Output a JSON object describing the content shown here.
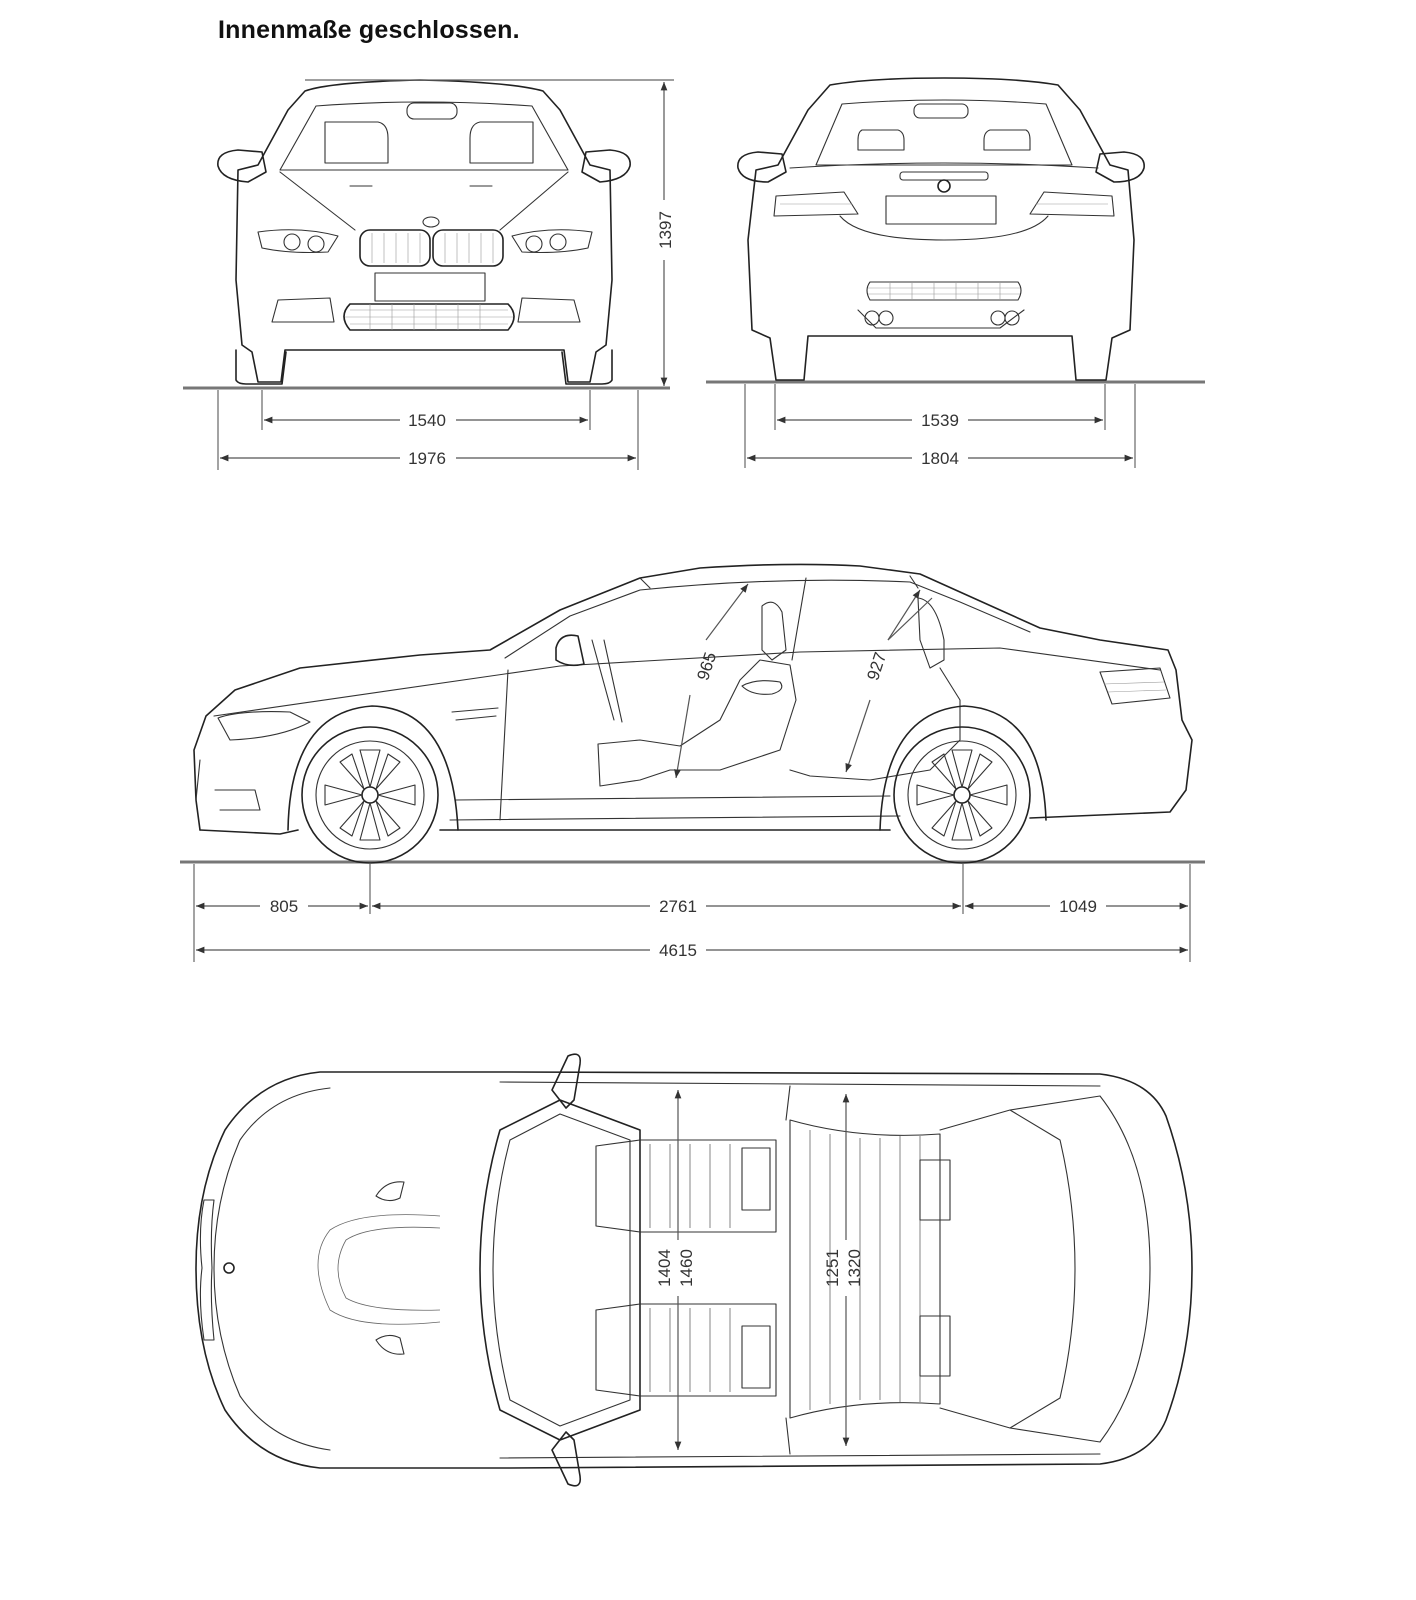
{
  "title": "Innenmaße geschlossen.",
  "views": {
    "front": {
      "label": "front-view",
      "dimensions": {
        "height": "1397",
        "track": "1540",
        "width_with_mirrors": "1976"
      }
    },
    "rear": {
      "label": "rear-view",
      "dimensions": {
        "track": "1539",
        "width": "1804"
      }
    },
    "side": {
      "label": "side-view",
      "dimensions": {
        "front_headroom": "965",
        "rear_headroom": "927",
        "front_overhang": "805",
        "wheelbase": "2761",
        "rear_overhang": "1049",
        "length": "4615"
      }
    },
    "top": {
      "label": "top-view",
      "dimensions": {
        "front_shoulder_width": "1404",
        "front_elbow_width": "1460",
        "rear_shoulder_width": "1251",
        "rear_elbow_width": "1320"
      }
    }
  },
  "colors": {
    "line": "#222222",
    "dimension": "#555555",
    "ground": "#777777",
    "background": "#ffffff"
  }
}
